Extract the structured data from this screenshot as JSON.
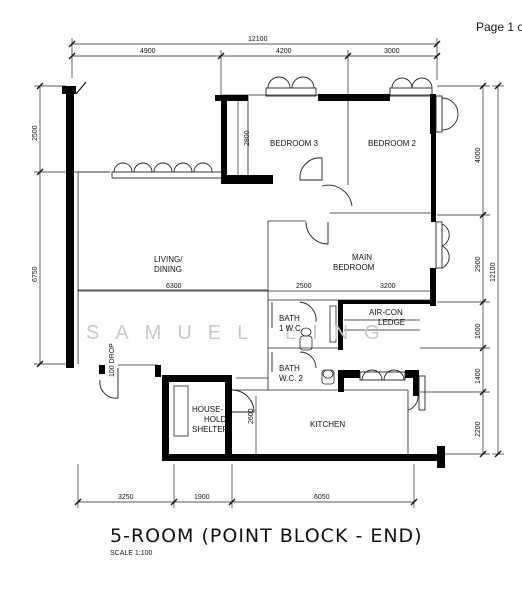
{
  "page_indicator": "Page 1 o",
  "plan_title": "5-ROOM (POINT BLOCK - END)",
  "scale_text": "SCALE  1:100",
  "watermark": "SAMUEL LING",
  "rooms": {
    "bedroom3": "BEDROOM 3",
    "bedroom2": "BEDROOM 2",
    "living_1": "LIVING/",
    "living_2": "DINING",
    "main_1": "MAIN",
    "main_2": "BEDROOM",
    "aircon_1": "AIR-CON",
    "aircon_2": "LEDGE",
    "bath1_1": "BATH",
    "bath1_2": "1  W.C.",
    "bath2_1": "BATH",
    "bath2_2": "W.C.  2",
    "shelter_1": "HOUSE-",
    "shelter_2": "HOLD",
    "shelter_3": "SHELTER",
    "kitchen": "KITCHEN",
    "drop": "100 DROP"
  },
  "dimensions": {
    "top_total": "12100",
    "top_1": "4900",
    "top_2": "4200",
    "top_3": "3000",
    "left_1": "2500",
    "left_2": "6750",
    "right_1": "4000",
    "right_2": "2900",
    "right_3": "1600",
    "right_4": "1400",
    "right_5": "2200",
    "right_total": "12100",
    "bottom_1": "3250",
    "bottom_2": "1900",
    "bottom_3": "6050",
    "bed3_h": "2800",
    "living_w": "6300",
    "main_w1": "2500",
    "main_w2": "3200",
    "shelter_h": "2600"
  }
}
